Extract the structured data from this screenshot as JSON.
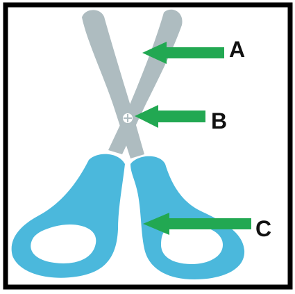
{
  "labels": {
    "a": "A",
    "b": "B",
    "c": "C"
  },
  "colors": {
    "blade": "#aebcc0",
    "handle": "#4bb8dc",
    "arrow": "#22a852",
    "pivot": "#ffffff",
    "border": "#000000"
  },
  "icons": {
    "pivot": "plus-in-circle",
    "arrows": "arrow-left"
  }
}
